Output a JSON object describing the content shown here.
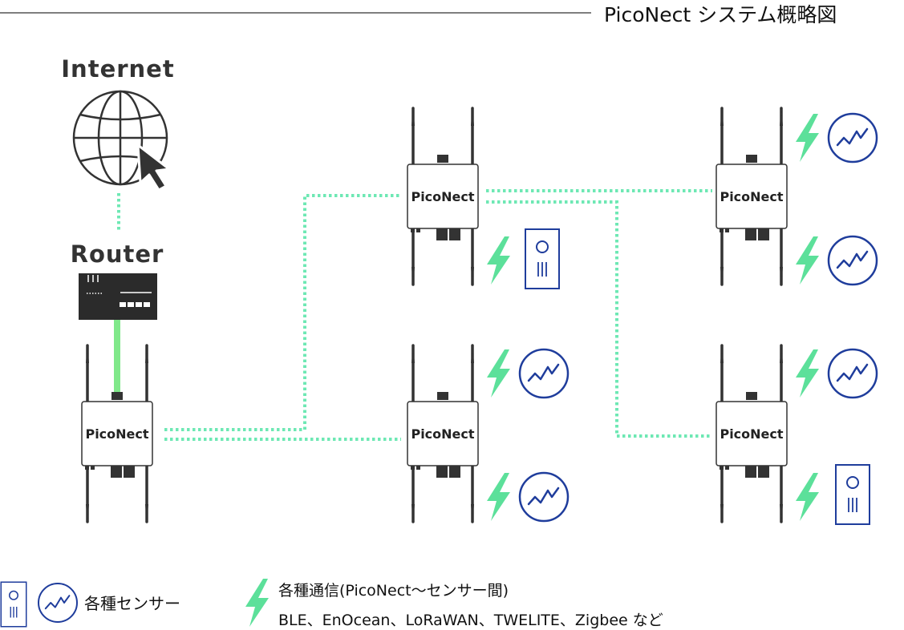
{
  "title": "PicoNect システム概略図",
  "internet_label": "Internet",
  "router_label": "Router",
  "nodes": [
    {
      "label": "PicoNect"
    },
    {
      "label": "PicoNect"
    },
    {
      "label": "PicoNect"
    },
    {
      "label": "PicoNect"
    },
    {
      "label": "PicoNect"
    },
    {
      "label": "PicoNect"
    }
  ],
  "legend": {
    "sensors_label": "各種センサー",
    "comm_title": "各種通信(PicoNect～センサー間)",
    "comm_protocols": "BLE、EnOcean、LoRaWAN、TWELITE、Zigbee など"
  },
  "colors": {
    "mesh_link": "#6ee8b4",
    "wired_link": "#80e88a",
    "lightning": "#5ce09a",
    "sensor_stroke": "#1f3d9c",
    "device_outline": "#333333",
    "router_body": "#2b2b2b"
  },
  "icons": [
    "globe-icon",
    "cursor-icon",
    "router-icon",
    "antenna-icon",
    "lightning-icon",
    "waveform-sensor-icon",
    "box-sensor-icon"
  ]
}
